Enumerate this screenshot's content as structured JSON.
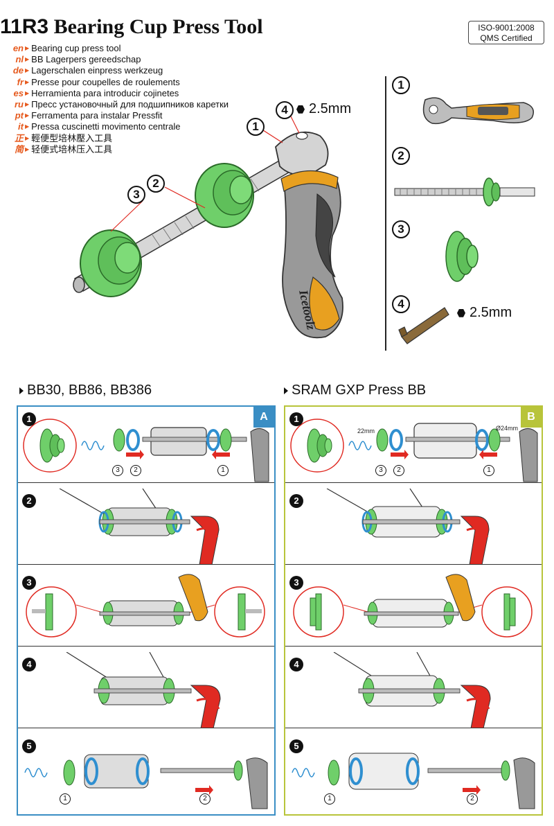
{
  "header": {
    "code": "11R3",
    "title": "Bearing Cup Press Tool",
    "iso_line1": "ISO-9001:2008",
    "iso_line2": "QMS Certified"
  },
  "languages": [
    {
      "code": "en",
      "text": "Bearing cup press tool"
    },
    {
      "code": "nl",
      "text": "BB Lagerpers gereedschap"
    },
    {
      "code": "de",
      "text": "Lagerschalen einpress werkzeug"
    },
    {
      "code": "fr",
      "text": "Presse pour coupelles de roulements"
    },
    {
      "code": "es",
      "text": "Herramienta para introducir cojinetes"
    },
    {
      "code": "ru",
      "text": "Пресс установочный для подшипников каретки"
    },
    {
      "code": "pt",
      "text": "Ferramenta para instalar Pressfit"
    },
    {
      "code": "it",
      "text": "Pressa cuscinetti movimento centrale"
    },
    {
      "code": "正",
      "text": "輕便型培林壓入工具"
    },
    {
      "code": "简",
      "text": "轻便式培林压入工具"
    }
  ],
  "main_illustration": {
    "callout_1": "1",
    "callout_2": "2",
    "callout_3": "3",
    "callout_4": "4",
    "hex_size": "2.5mm",
    "brand": "Icetoolz"
  },
  "parts": [
    {
      "num": "1",
      "label": ""
    },
    {
      "num": "2",
      "label": ""
    },
    {
      "num": "3",
      "label": ""
    },
    {
      "num": "4",
      "label": "2.5mm"
    }
  ],
  "sections": {
    "a_title": "BB30, BB86, BB386",
    "b_title": "SRAM GXP Press BB",
    "a_badge": "A",
    "b_badge": "B"
  },
  "steps": {
    "numbers": [
      "1",
      "2",
      "3",
      "4",
      "5"
    ],
    "callouts": {
      "one": "1",
      "two": "2",
      "three": "3"
    },
    "b_size_left": "22mm",
    "b_size_right": "Ø24mm"
  },
  "colors": {
    "green": "#6fcf6a",
    "green_dark": "#3f9a3c",
    "blue": "#2f8fd0",
    "orange": "#e8a020",
    "accent_red": "#e02a22",
    "frame_a": "#3a8ec4",
    "frame_b": "#b8c43a"
  }
}
